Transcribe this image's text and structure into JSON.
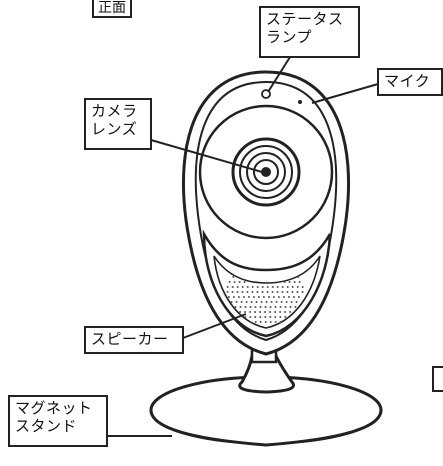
{
  "figure_title": "正面",
  "callouts": {
    "status_lamp": "ステータス\nランプ",
    "microphone": "マイク",
    "camera_lens": "カメラ\nレンズ",
    "speaker": "スピーカー",
    "magnet_stand": "マグネット\nスタンド"
  },
  "colors": {
    "outline": "#222222",
    "background": "#ffffff",
    "speaker_dots": "#555555"
  }
}
